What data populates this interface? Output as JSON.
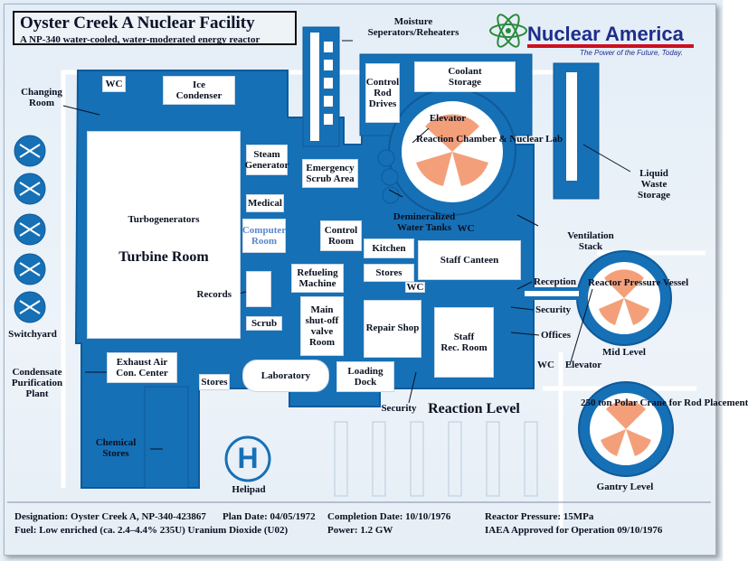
{
  "header": {
    "title": "Oyster Creek A Nuclear Facility",
    "subtitle": "A NP-340 water-cooled, water-moderated energy reactor"
  },
  "logo": {
    "name": "Nuclear America",
    "tagline": "The Power of the Future, Today."
  },
  "rooms": {
    "wc_top": "WC",
    "ice_condenser": "Ice\nCondenser",
    "turbine_room": "Turbine Room",
    "turbogenerators": "Turbogenerators",
    "steam_generator": "Steam\nGenerator",
    "emergency_scrub": "Emergency\nScrub Area",
    "medical": "Medical",
    "computer_room": "Computer\nRoom",
    "control_room": "Control\nRoom",
    "kitchen": "Kitchen",
    "stores_mid": "Stores",
    "staff_canteen": "Staff Canteen",
    "refueling_machine": "Refueling\nMachine",
    "records": "Records",
    "wc_mid": "WC",
    "main_shutoff": "Main\nshut-off\nvalve\nRoom",
    "repair_shop": "Repair Shop",
    "staff_rec": "Staff\nRec. Room",
    "scrub": "Scrub",
    "exhaust_air": "Exhaust Air\nCon. Center",
    "stores_low": "Stores",
    "laboratory": "Laboratory",
    "loading_dock": "Loading\nDock",
    "control_rod_drives": "Control\nRod\nDrives",
    "coolant_storage": "Coolant\nStorage",
    "reaction_chamber": "Reaction\nChamber\n&\nNuclear Lab",
    "elevator_top": "Elevator",
    "reactor_pressure": "Reactor\nPressure\nVessel",
    "polar_crane": "250 ton\nPolar Crane\nfor\nRod Placement",
    "helipad_letter": "H"
  },
  "callouts": {
    "moisture": "Moisture\nSeperators/Reheaters",
    "changing_room": "Changing\nRoom",
    "switchyard": "Switchyard",
    "condensate": "Condensate\nPurification\nPlant",
    "chemical_stores": "Chemical\nStores",
    "helipad": "Helipad",
    "demineralized": "Demineralized\nWater Tanks",
    "wc_right_top": "WC",
    "liquid_waste": "Liquid\nWaste\nStorage",
    "ventilation": "Ventilation\nStack",
    "reception": "Reception",
    "security_right": "Security",
    "offices": "Offices",
    "wc_right": "WC",
    "elevator_right": "Elevator",
    "mid_level": "Mid Level",
    "gantry_level": "Gantry Level",
    "security_bottom": "Security",
    "reaction_level": "Reaction Level"
  },
  "footer": {
    "designation": "Designation: Oyster Creek A, NP-340-423867",
    "plan_date": "Plan Date: 04/05/1972",
    "completion": "Completion Date: 10/10/1976",
    "reactor_pressure": "Reactor Pressure: 15MPa",
    "fuel": "Fuel: Low enriched (ca. 2.4–4.4% 235U) Uranium Dioxide (U02)",
    "power": "Power: 1.2 GW",
    "iaea": "IAEA Approved for Operation 09/10/1976"
  },
  "colors": {
    "structure": "#1670b6",
    "structure_dark": "#0e5a9a",
    "room": "#ffffff",
    "radiation": "#f3a07a",
    "logo": "#1e2e8c",
    "logo_bar": "#cc1020"
  }
}
